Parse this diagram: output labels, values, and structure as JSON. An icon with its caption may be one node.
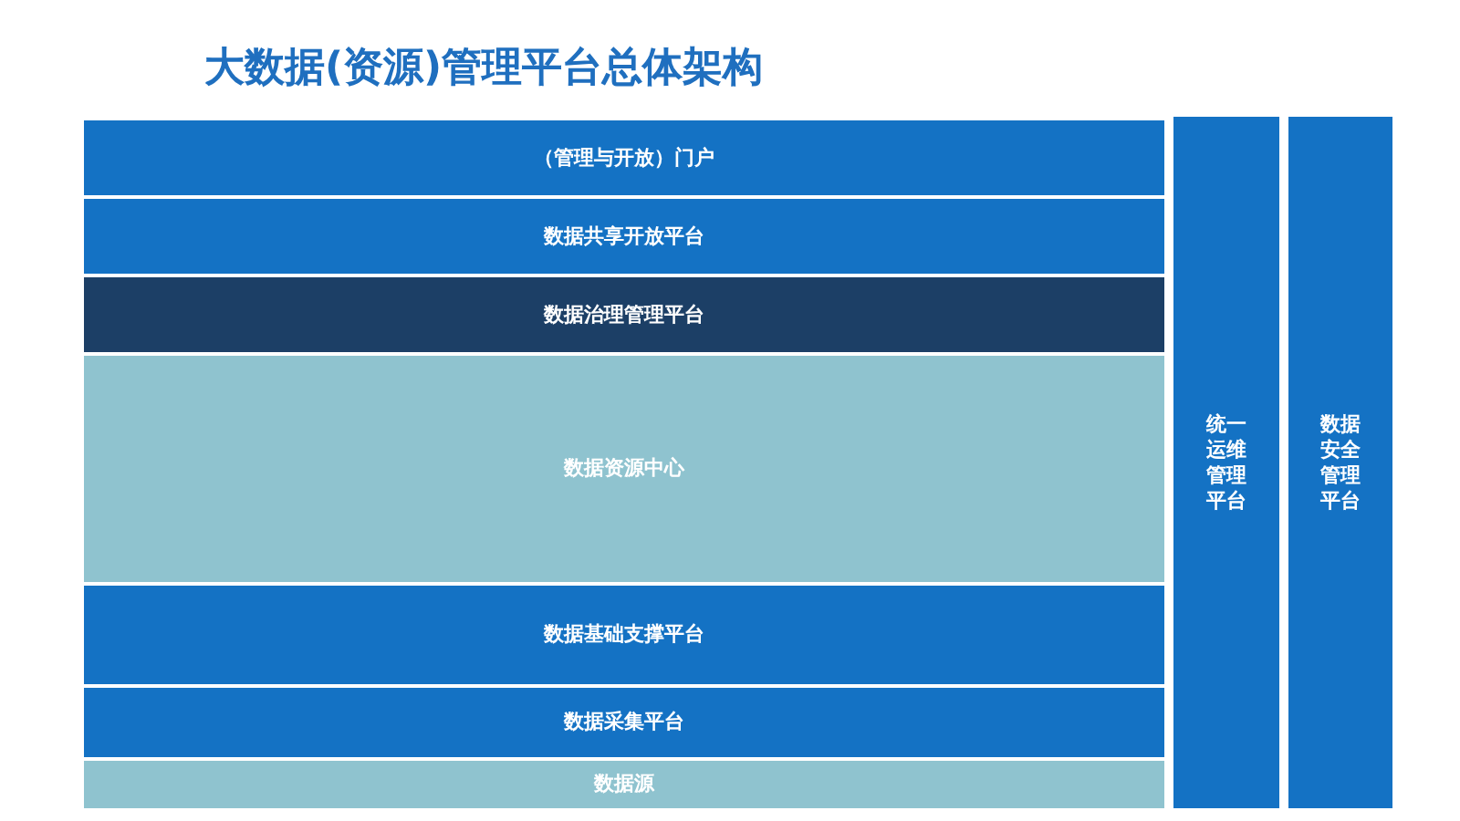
{
  "diagram": {
    "title": "大数据(资源)管理平台总体架构",
    "nodes": [
      {
        "text": [
          "（管理与开放）门户"
        ]
      },
      {
        "text": [
          "数据共享开放平台"
        ]
      },
      {
        "text": [
          "数据治理管理平台"
        ]
      },
      {
        "text": [
          "数据资源中心"
        ]
      },
      {
        "text": [
          "数据基础支撑平台"
        ]
      },
      {
        "text": [
          "数据采集平台"
        ]
      },
      {
        "text": [
          "数据源"
        ]
      },
      {
        "text": [
          "统一运维管理平台"
        ]
      },
      {
        "text": [
          "数据安全管理平台"
        ]
      }
    ]
  }
}
